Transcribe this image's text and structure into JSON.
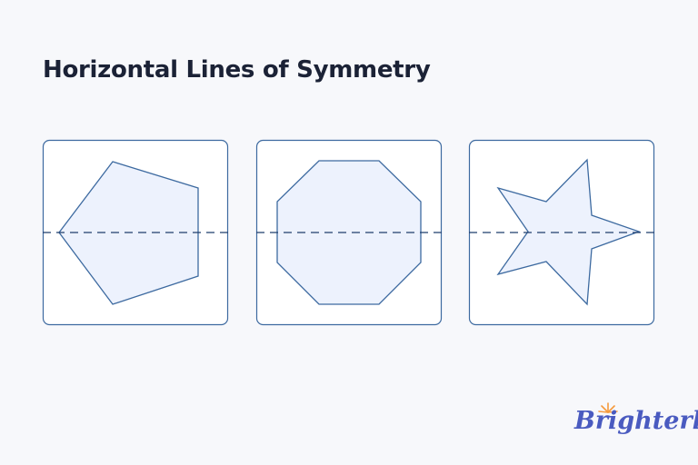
{
  "title": "Horizontal Lines of Symmetry",
  "shapes": [
    {
      "name": "pentagon",
      "line_of_symmetry": "horizontal"
    },
    {
      "name": "octagon",
      "line_of_symmetry": "horizontal"
    },
    {
      "name": "star",
      "line_of_symmetry": "horizontal"
    }
  ],
  "colors": {
    "stroke": "#3d6aa0",
    "fill": "#edf2fd",
    "dashed_line": "#1f3e6c",
    "title": "#1b2236",
    "logo": "#4a5bc0",
    "logo_sun": "#f59a3c"
  },
  "logo": "Brighterly"
}
